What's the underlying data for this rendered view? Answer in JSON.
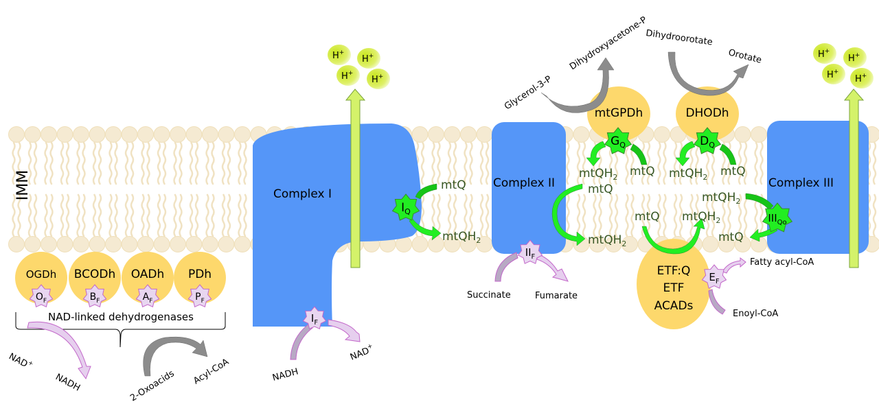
{
  "membrane_label": "IMM",
  "colors": {
    "membrane": "#f3e6c8",
    "complex": "#5596f8",
    "enzyme": "#fdd86c",
    "q_site": "#22ee22",
    "f_site": "#e8d6f0",
    "f_site_border": "#c266c9",
    "proton": "#d7ee3a",
    "proton_arrow": "#d4f26a",
    "gray_arrow": "#8c8c8c",
    "quinone_text": "#375623"
  },
  "complexes": {
    "complex1": "Complex I",
    "complex2": "Complex II",
    "complex3": "Complex III"
  },
  "sites": {
    "iq": {
      "main": "I",
      "sub": "Q"
    },
    "if": {
      "main": "I",
      "sub": "F"
    },
    "iif": {
      "main": "II",
      "sub": "F"
    },
    "gq": {
      "main": "G",
      "sub": "Q"
    },
    "dq": {
      "main": "D",
      "sub": "Q"
    },
    "iiiqo": {
      "main": "III",
      "sub": "Qo"
    },
    "ef": {
      "main": "E",
      "sub": "F"
    },
    "of": {
      "main": "O",
      "sub": "F"
    },
    "bf": {
      "main": "B",
      "sub": "F"
    },
    "af": {
      "main": "A",
      "sub": "F"
    },
    "pf": {
      "main": "P",
      "sub": "F"
    }
  },
  "enzymes": {
    "ogdh": "OGDh",
    "bcodh": "BCODh",
    "oadh": "OADh",
    "pdh": "PDh",
    "mtgpdh": "mtGPDh",
    "dhodh": "DHODh",
    "etf_line1": "ETF:Q",
    "etf_line2": "ETF",
    "etf_line3": "ACADs"
  },
  "group_label": "NAD-linked dehydrogenases",
  "proton": {
    "main": "H",
    "sup": "+"
  },
  "quinone": {
    "q": "mtQ",
    "qh2_main": "mtQH",
    "qh2_sub": "2"
  },
  "substrates": {
    "nad_plus_main": "NAD",
    "nad_plus_sup": "+",
    "nadh": "NADH",
    "oxoacids": "2-Oxoacids",
    "acylcoa": "Acyl-CoA",
    "succinate": "Succinate",
    "fumarate": "Fumarate",
    "glycerol3p": "Glycerol-3-P",
    "dhap": "Dihydroxyacetone-P",
    "dihydroorotate": "Dihydroorotate",
    "orotate": "Orotate",
    "fatty_acyl_coa": "Fatty acyl-CoA",
    "enoyl_coa": "Enoyl-CoA"
  }
}
